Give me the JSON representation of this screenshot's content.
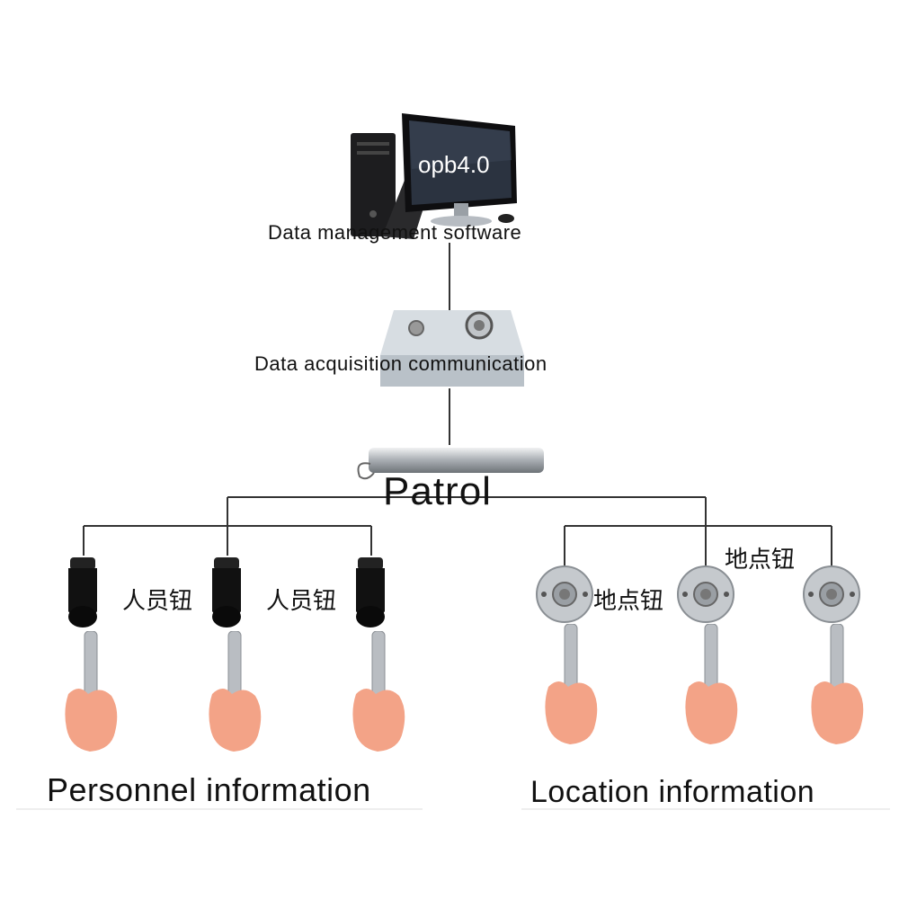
{
  "computer": {
    "screen_text": "opb4.0",
    "label": "Data management software"
  },
  "acquisition": {
    "label": "Data acquisition communication"
  },
  "patrol": {
    "label": "Patrol"
  },
  "personnel": {
    "button_labels": [
      "人员钮",
      "人员钮"
    ],
    "caption": "Personnel information"
  },
  "location": {
    "button_labels": [
      "地点钮",
      "地点钮"
    ],
    "caption": "Location information"
  },
  "colors": {
    "line": "#333333",
    "fob": "#111111",
    "steel": "#b9bdc2",
    "skin": "#f3a387"
  }
}
